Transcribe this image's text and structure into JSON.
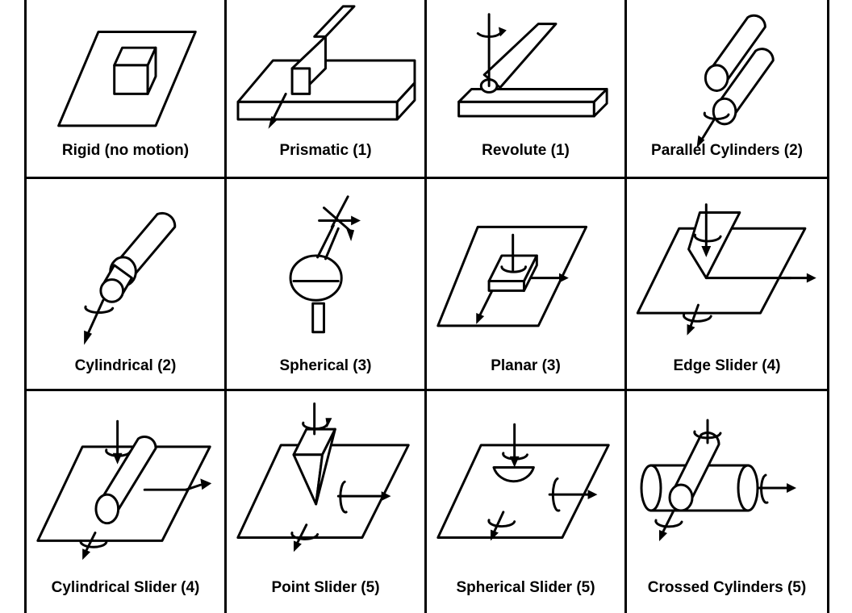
{
  "joints": [
    {
      "label": "Rigid (no motion)"
    },
    {
      "label": "Prismatic (1)"
    },
    {
      "label": "Revolute (1)"
    },
    {
      "label": "Parallel Cylinders (2)"
    },
    {
      "label": "Cylindrical (2)"
    },
    {
      "label": "Spherical (3)"
    },
    {
      "label": "Planar (3)"
    },
    {
      "label": "Edge Slider (4)"
    },
    {
      "label": "Cylindrical Slider (4)"
    },
    {
      "label": "Point Slider (5)"
    },
    {
      "label": "Spherical Slider (5)"
    },
    {
      "label": "Crossed Cylinders (5)"
    }
  ]
}
